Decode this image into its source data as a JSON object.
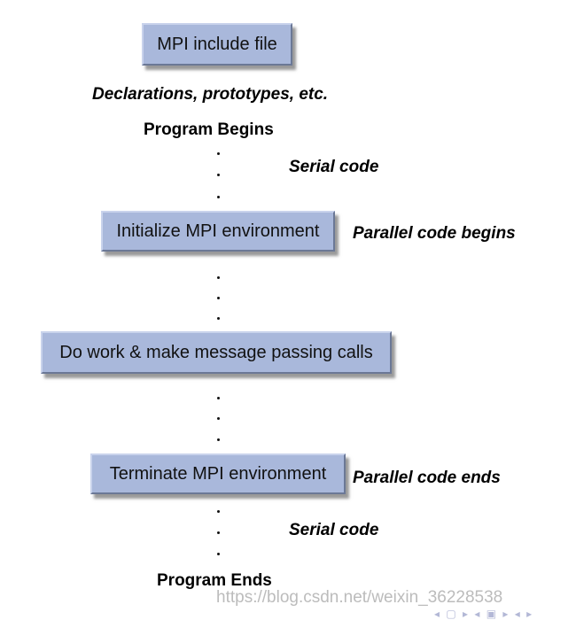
{
  "diagram": {
    "boxes": {
      "include": "MPI include file",
      "init": "Initialize MPI environment",
      "work": "Do work & make message passing calls",
      "terminate": "Terminate MPI environment"
    },
    "labels": {
      "declarations": "Declarations, prototypes, etc.",
      "program_begins": "Program Begins",
      "serial_code_1": "Serial code",
      "parallel_begins": "Parallel code begins",
      "parallel_ends": "Parallel code ends",
      "serial_code_2": "Serial code",
      "program_ends": "Program Ends"
    },
    "colors": {
      "box_fill": "#a9b8db",
      "box_shadow": "#464646"
    }
  },
  "overlay": {
    "watermark": "https://blog.csdn.net/weixin_36228538",
    "nav_glyphs": "◂ ▢ ▸ ◂ ▣ ▸ ◂ ▸"
  }
}
